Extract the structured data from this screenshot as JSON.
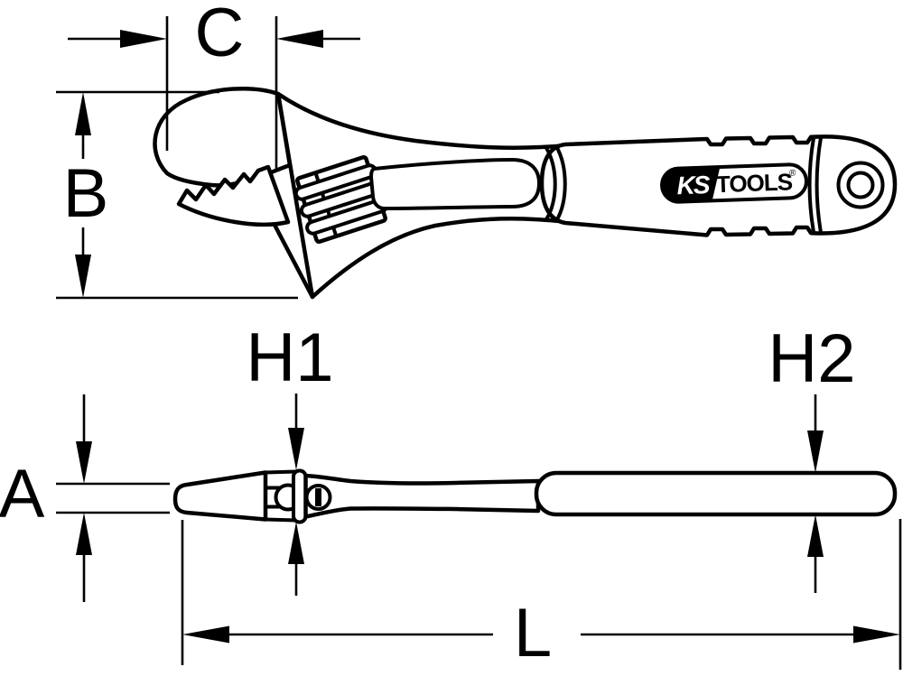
{
  "diagram": {
    "type": "technical-dimension-drawing",
    "subject": "adjustable-wrench",
    "labels": {
      "c": "C",
      "b": "B",
      "h1": "H1",
      "h2": "H2",
      "a": "A",
      "l": "L"
    },
    "brand": {
      "name": "KS",
      "suffix": "TOOLS",
      "registered": "®"
    },
    "colors": {
      "line": "#000000",
      "background": "#ffffff",
      "logo_background": "#000000",
      "logo_name_text": "#ffffff",
      "logo_suffix_text": "#000000"
    }
  }
}
